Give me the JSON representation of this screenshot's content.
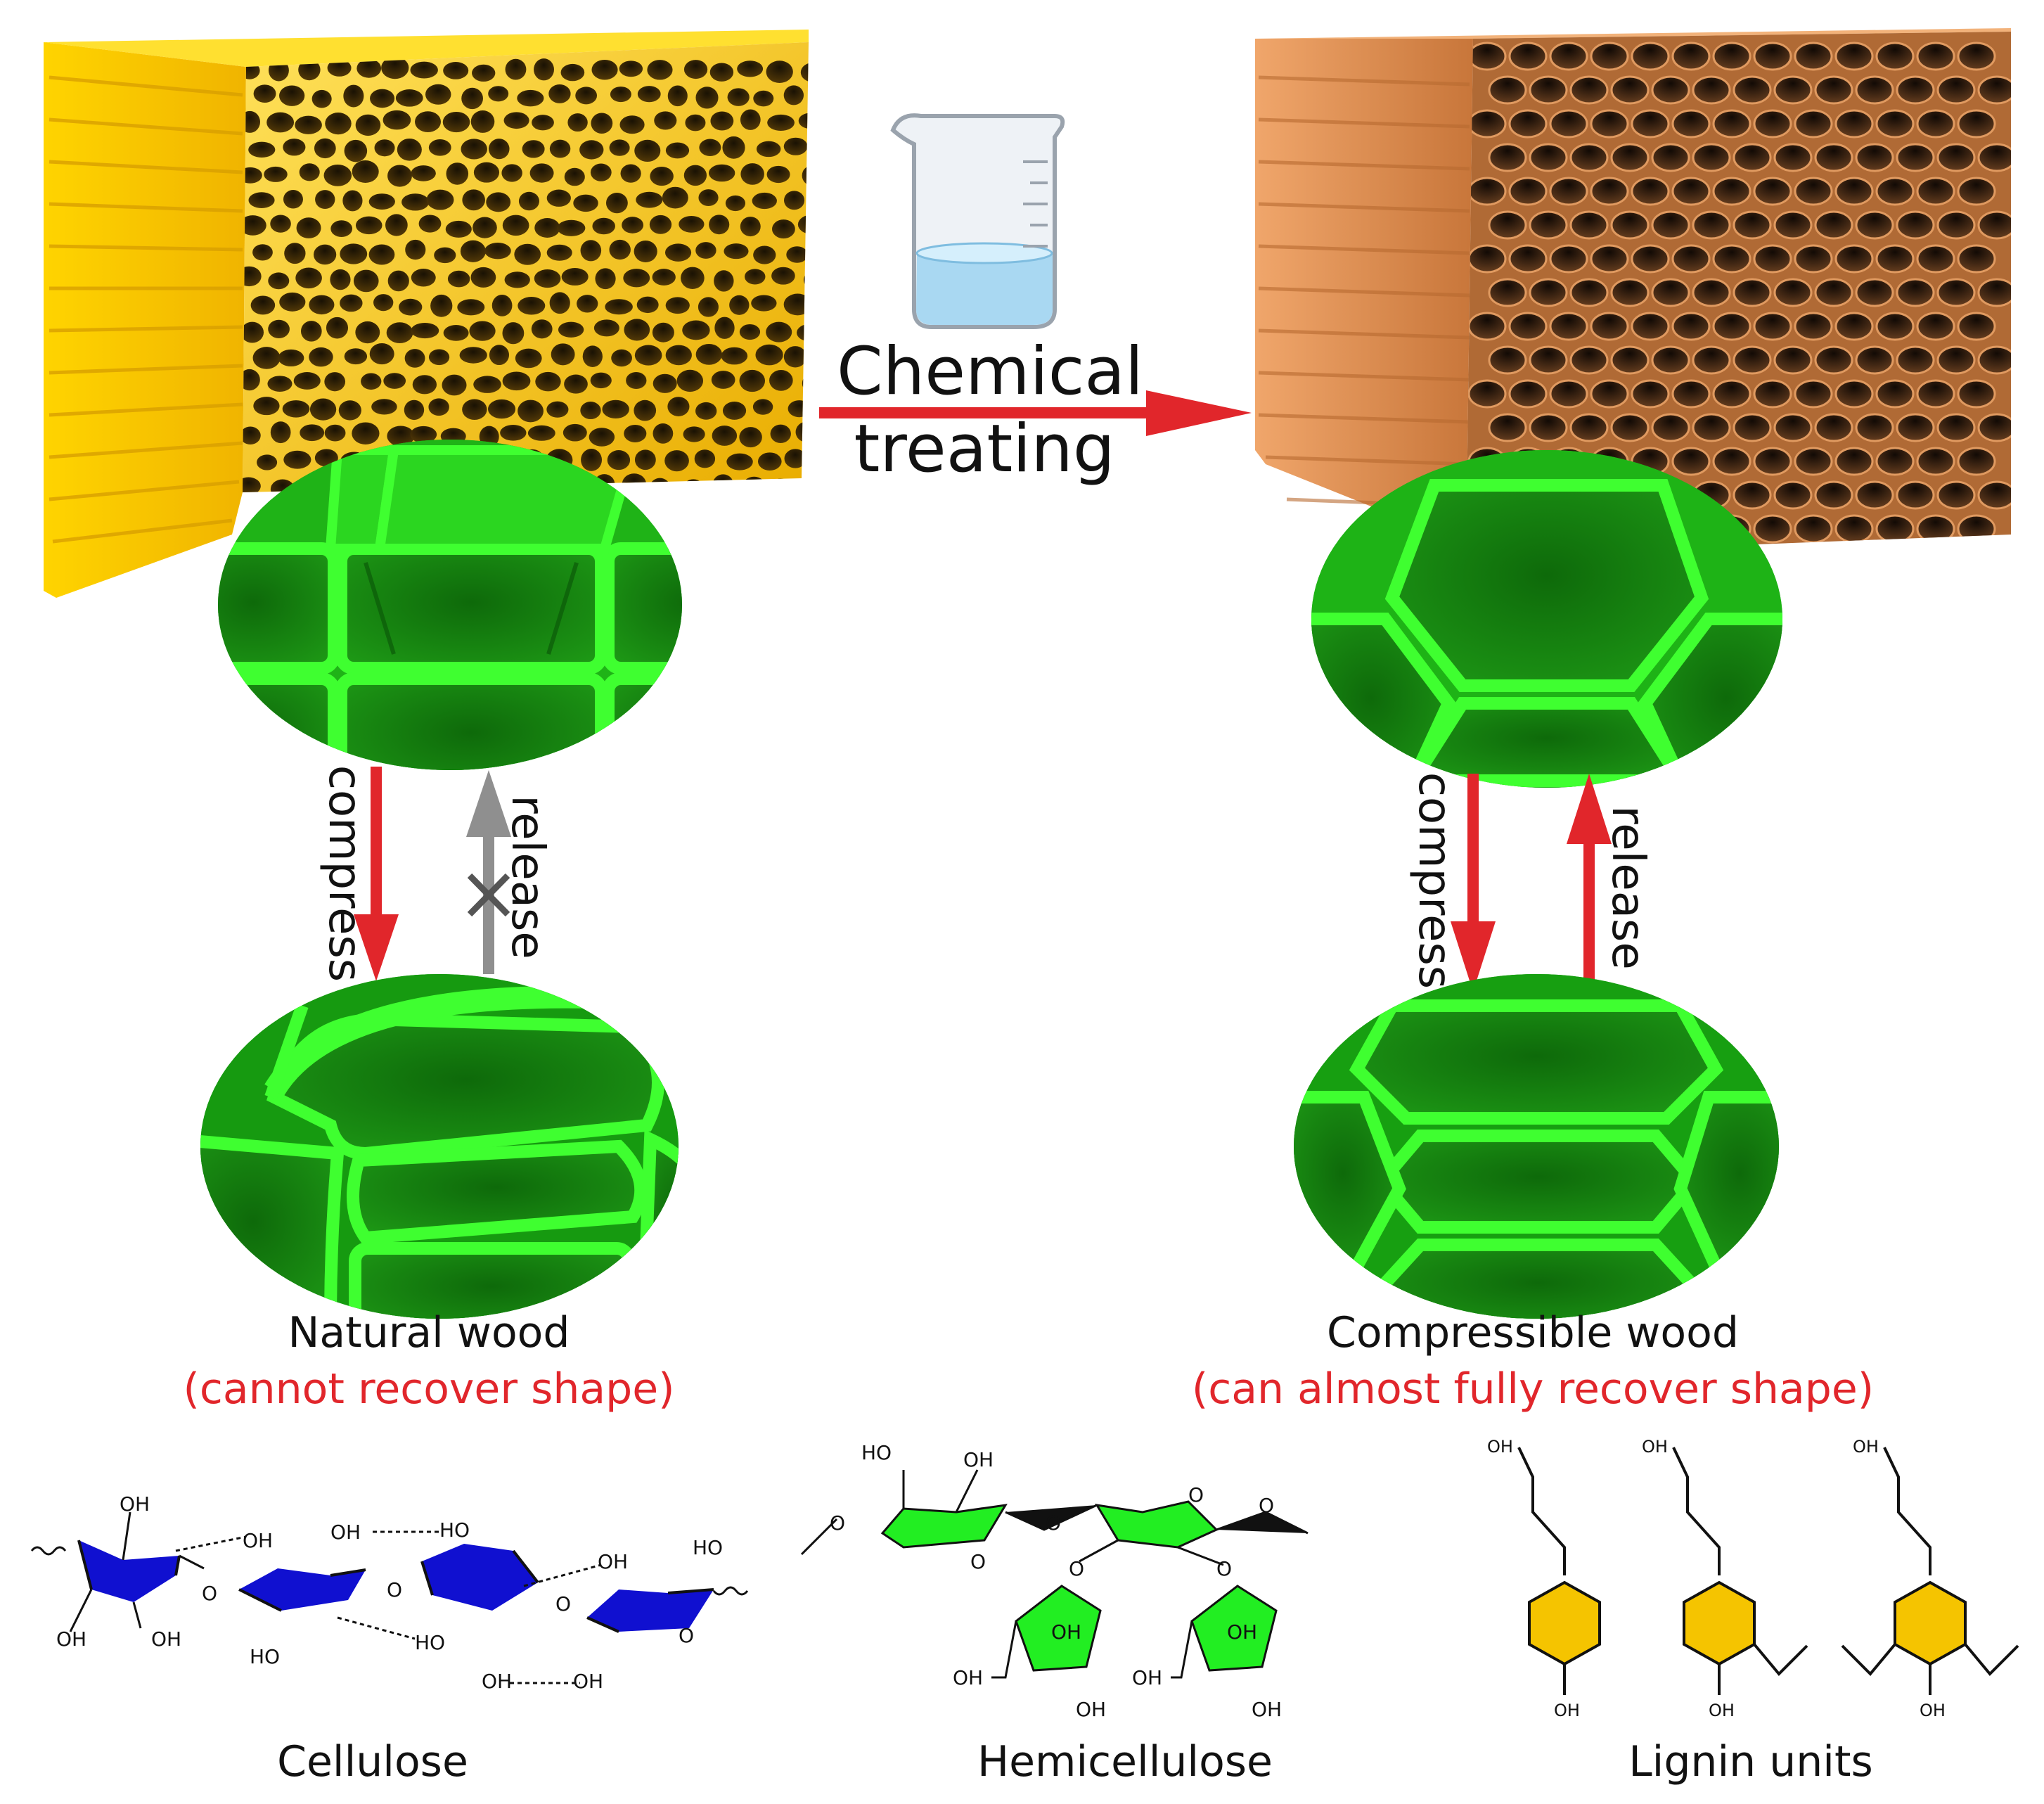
{
  "treatment": {
    "line1": "Chemical",
    "line2": "treating"
  },
  "natural": {
    "compress_label": "compress",
    "release_label": "release",
    "title": "Natural wood",
    "subtitle": "(cannot recover shape)"
  },
  "compressible": {
    "compress_label": "compress",
    "release_label": "release",
    "title": "Compressible wood",
    "subtitle": "(can almost fully recover shape)"
  },
  "molecules": {
    "cellulose": {
      "name": "Cellulose"
    },
    "hemicellulose": {
      "name": "Hemicellulose"
    },
    "lignin": {
      "name": "Lignin units"
    }
  },
  "chem": {
    "oh": "OH",
    "ho": "HO",
    "o": "O"
  },
  "colors": {
    "natural_wood": "#f6c21a",
    "treated_wood": "#d98a4f",
    "cell_green": "#27d11e",
    "arrow_red": "#e1262b",
    "arrow_gray": "#8f8f8f",
    "cellulose_ring": "#1010d0",
    "hemicellulose_ring": "#22ee22",
    "lignin_ring": "#f5c400"
  }
}
